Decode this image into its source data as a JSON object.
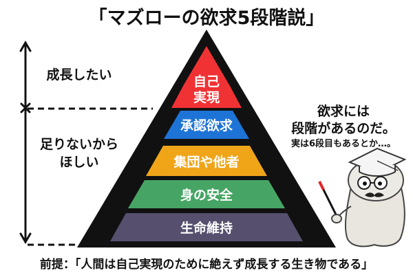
{
  "title": "「マズローの欲求5段階説」",
  "pyramid": {
    "levels": [
      {
        "label_lines": [
          "自己",
          "実現"
        ],
        "color": "#f03234"
      },
      {
        "label_lines": [
          "承認欲求"
        ],
        "color": "#1e74d6"
      },
      {
        "label_lines": [
          "集団や他者"
        ],
        "color": "#f0a519"
      },
      {
        "label_lines": [
          "身の安全"
        ],
        "color": "#46a564"
      },
      {
        "label_lines": [
          "生命維持"
        ],
        "color": "#56506e"
      }
    ],
    "outline_color": "#111111"
  },
  "side_labels": {
    "upper": "成長したい",
    "lower_lines": [
      "足りないから",
      "ほしい"
    ]
  },
  "speech": {
    "line1": "欲求には",
    "line2": "段階があるのだ。",
    "line3": "実は6段目もあるとか…。"
  },
  "premise": "前提：「人間は自己実現のために絶えず成長する生き物である」"
}
